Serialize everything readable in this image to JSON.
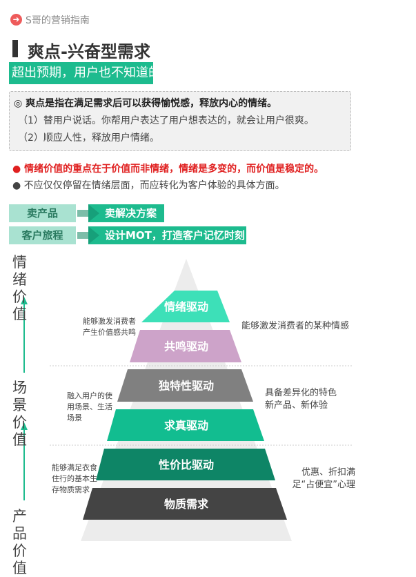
{
  "header": {
    "icon": "arrow-right-circle-icon",
    "text": "S哥的营销指南",
    "icon_color": "#ee5b5b"
  },
  "title": "爽点-兴奋型需求",
  "subtitle": "超出预期，用户也不知道的",
  "definition_box": {
    "line1": "◎ 爽点是指在满足需求后可以获得愉悦感，释放内心的情绪。",
    "line2": "（1）替用户说话。你帮用户表达了用户想表达的，就会让用户很爽。",
    "line3": "（2）顺应人性，释放用户情绪。"
  },
  "points": [
    {
      "text": "● 情绪价值的重点在于价值而非情绪，情绪是多变的，而价值是稳定的。",
      "color": "#e02020"
    },
    {
      "text": "● 不应仅仅停留在情绪层面，而应转化为客户体验的具体方面。",
      "color": "#444444"
    }
  ],
  "flows": [
    {
      "from": "卖产品",
      "to": "卖解决方案"
    },
    {
      "from": "客户旅程",
      "to": "设计MOT，打造客户记忆时刻"
    }
  ],
  "value_axis": [
    "情绪价值",
    "场景价值",
    "产品价值"
  ],
  "pyramid": [
    {
      "label": "情绪驱动",
      "color": "#3de0b8"
    },
    {
      "label": "共鸣驱动",
      "color": "#cda3c9"
    },
    {
      "label": "独特性驱动",
      "color": "#808080"
    },
    {
      "label": "求真驱动",
      "color": "#12bd90"
    },
    {
      "label": "性价比驱动",
      "color": "#0e8566"
    },
    {
      "label": "物质需求",
      "color": "#444444"
    }
  ],
  "left_notes": [
    "能够激发消费者产生价值感共鸣",
    "融入用户的使用场景、生活场景",
    "能够满足衣食住行的基本生存物质需求"
  ],
  "right_notes": [
    "能够激发消费者的某种情感",
    "具备差异化的特色新产品、新体验",
    "优惠、折扣满足“占便宜”心理"
  ],
  "accent": "#1dbb8e"
}
